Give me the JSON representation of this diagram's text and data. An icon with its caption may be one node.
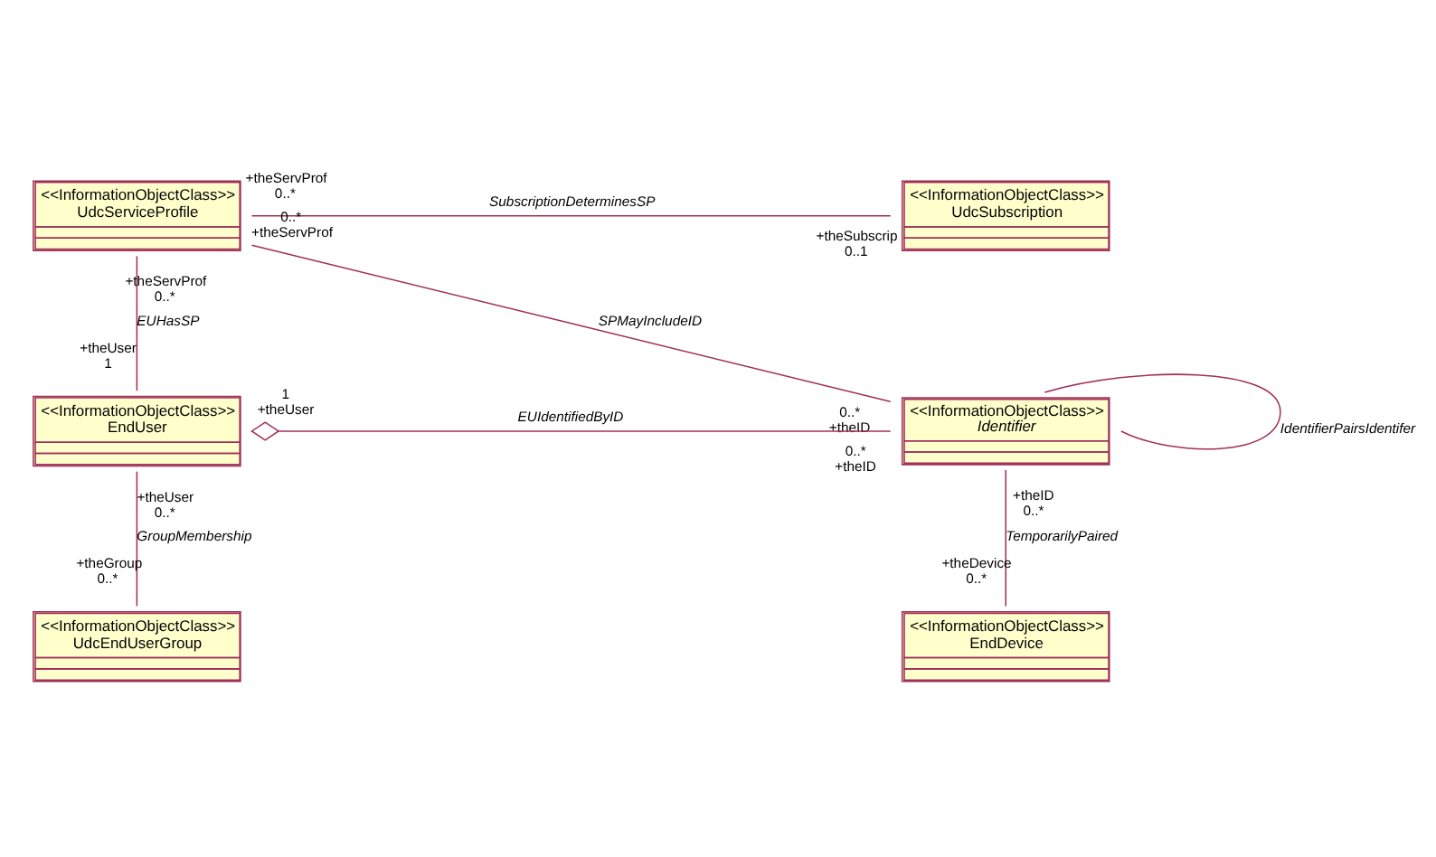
{
  "diagram": {
    "nodes": [
      {
        "text": [
          "<<InformationObjectClass>>",
          "UdcServiceProfile"
        ]
      },
      {
        "text": [
          "<<InformationObjectClass>>",
          "UdcSubscription"
        ]
      },
      {
        "text": [
          "<<InformationObjectClass>>",
          "EndUser"
        ]
      },
      {
        "text": [
          "<<InformationObjectClass>>",
          "Identifier"
        ]
      },
      {
        "text": [
          "<<InformationObjectClass>>",
          "UdcEndUserGroup"
        ]
      },
      {
        "text": [
          "<<InformationObjectClass>>",
          "EndDevice"
        ]
      }
    ],
    "edges": [
      {
        "from": 0,
        "to": 1,
        "arrow": "none",
        "label": "SubscriptionDeterminesSP"
      },
      {
        "from": 0,
        "to": 2,
        "arrow": "none",
        "label": "EUHasSP"
      },
      {
        "from": 0,
        "to": 3,
        "arrow": "none",
        "label": "SPMayIncludeID"
      },
      {
        "from": 2,
        "to": 3,
        "arrow": "other",
        "label": "EUIdentifiedByID"
      },
      {
        "from": 3,
        "to": 3,
        "arrow": "none",
        "label": "IdentifierPairsIdentifer"
      },
      {
        "from": 2,
        "to": 4,
        "arrow": "none",
        "label": "GroupMembership"
      },
      {
        "from": 3,
        "to": 5,
        "arrow": "none",
        "label": "TemporarilyPaired"
      }
    ],
    "labels": [
      "+theServProf",
      "+theSubscrip",
      "0..*",
      "0..1",
      "+theServProf",
      "0..*",
      "0..*",
      "+theServProf",
      "0..*",
      "+theID",
      "+theUser",
      "1",
      "1",
      "0..*",
      "+theUser",
      "+theID",
      "+theUser",
      "0..*",
      "+theID",
      "0..*",
      "+theGroup",
      "0..*",
      "+theDevice",
      "0..*"
    ]
  }
}
